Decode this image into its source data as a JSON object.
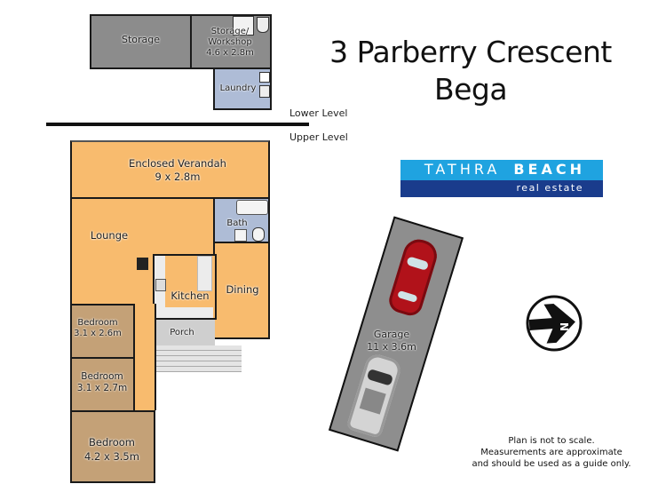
{
  "title": {
    "line1": "3 Parberry Crescent",
    "line2": "Bega"
  },
  "levels": {
    "lower": "Lower Level",
    "upper": "Upper Level"
  },
  "lower_level": {
    "rooms": [
      {
        "name": "Storage",
        "dims": ""
      },
      {
        "name": "Storage/ Workshop",
        "line1": "Storage/",
        "line2": "Workshop",
        "dims": "4.6 x 2.8m"
      },
      {
        "name": "Laundry",
        "dims": ""
      }
    ]
  },
  "upper_level": {
    "rooms": [
      {
        "name": "Enclosed Verandah",
        "dims": "9 x 2.8m"
      },
      {
        "name": "Lounge",
        "dims": ""
      },
      {
        "name": "Bath",
        "dims": ""
      },
      {
        "name": "Kitchen",
        "dims": ""
      },
      {
        "name": "Dining",
        "dims": ""
      },
      {
        "name": "Porch",
        "dims": ""
      },
      {
        "name": "Bedroom",
        "dims": "3.1 x 2.6m"
      },
      {
        "name": "Bedroom",
        "dims": "3.1 x 2.7m"
      },
      {
        "name": "Bedroom",
        "dims": "4.2 x 3.5m"
      }
    ]
  },
  "garage": {
    "name": "Garage",
    "dims": "11 x 3.6m"
  },
  "logo": {
    "word1": "TATHRA",
    "word2": "BEACH",
    "sub": "real estate",
    "colors": {
      "top": "#1fa3e0",
      "bottom": "#1a3c8c"
    }
  },
  "compass": {
    "letter": "N",
    "icon": "north-arrow-icon"
  },
  "disclaimer": {
    "line1": "Plan is not to scale.",
    "line2": "Measurements are approximate",
    "line3": "and should be used as a guide only."
  },
  "colors": {
    "living": "#f8bb6e",
    "bedroom": "#c4a177",
    "storage": "#8c8c8c",
    "wet": "#aebcd6",
    "porch": "#cfcfcf"
  }
}
